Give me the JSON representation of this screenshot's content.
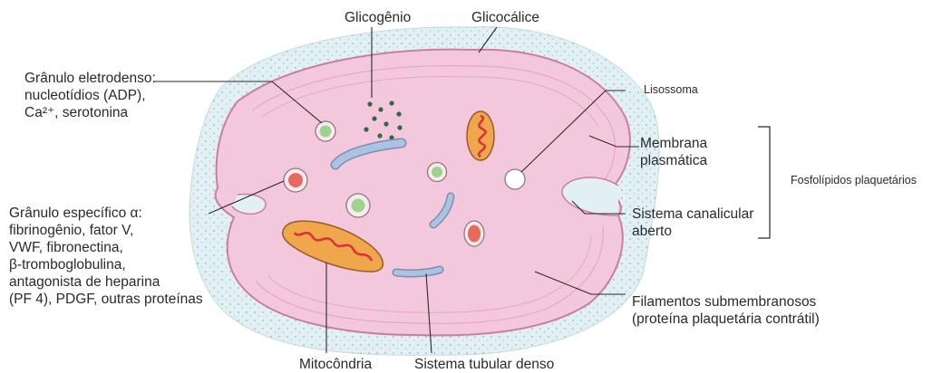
{
  "labels": {
    "glicogenio": "Glicogênio",
    "glicocalice": "Glicocálice",
    "granulo_eletrodenso": [
      "Grânulo eletrodenso:",
      "nucleotídios (ADP),",
      "Ca²⁺, serotonina"
    ],
    "lisossoma": "Lisossoma",
    "membrana_plasmatica": [
      "Membrana",
      "plasmática"
    ],
    "fosfolipidos": "Fosfolípidos plaquetários",
    "granulo_especifico": [
      "Grânulo específico α:",
      "fibrinogênio, fator V,",
      "VWF, fibronectina,",
      "β-tromboglobulina,",
      "antagonista de heparina",
      "(PF 4), PDGF, outras proteínas"
    ],
    "sistema_canalicular": [
      "Sistema canalicular",
      "aberto"
    ],
    "filamentos": [
      "Filamentos submembranosos",
      "(proteína plaquetária contrátil)"
    ],
    "mitocondria": "Mitocôndria",
    "sistema_tubular": "Sistema tubular denso"
  },
  "colors": {
    "glycocalyx_fill": "#e3f0f3",
    "glycocalyx_dots": "#8fb8c4",
    "cytoplasm_fill": "#f4c8dc",
    "cytoplasm_inner": "#f1d3e3",
    "membrane_stroke": "#c97f9f",
    "filament_stroke": "#e7a6c2",
    "mito_fill": "#f0a64a",
    "mito_cristae": "#d9343b",
    "granule_green": "#9cd48e",
    "granule_red": "#e86a5a",
    "tubule": "#a9c3e6",
    "glycogen": "#2f6b3a",
    "leader": "#2a2a2a"
  }
}
